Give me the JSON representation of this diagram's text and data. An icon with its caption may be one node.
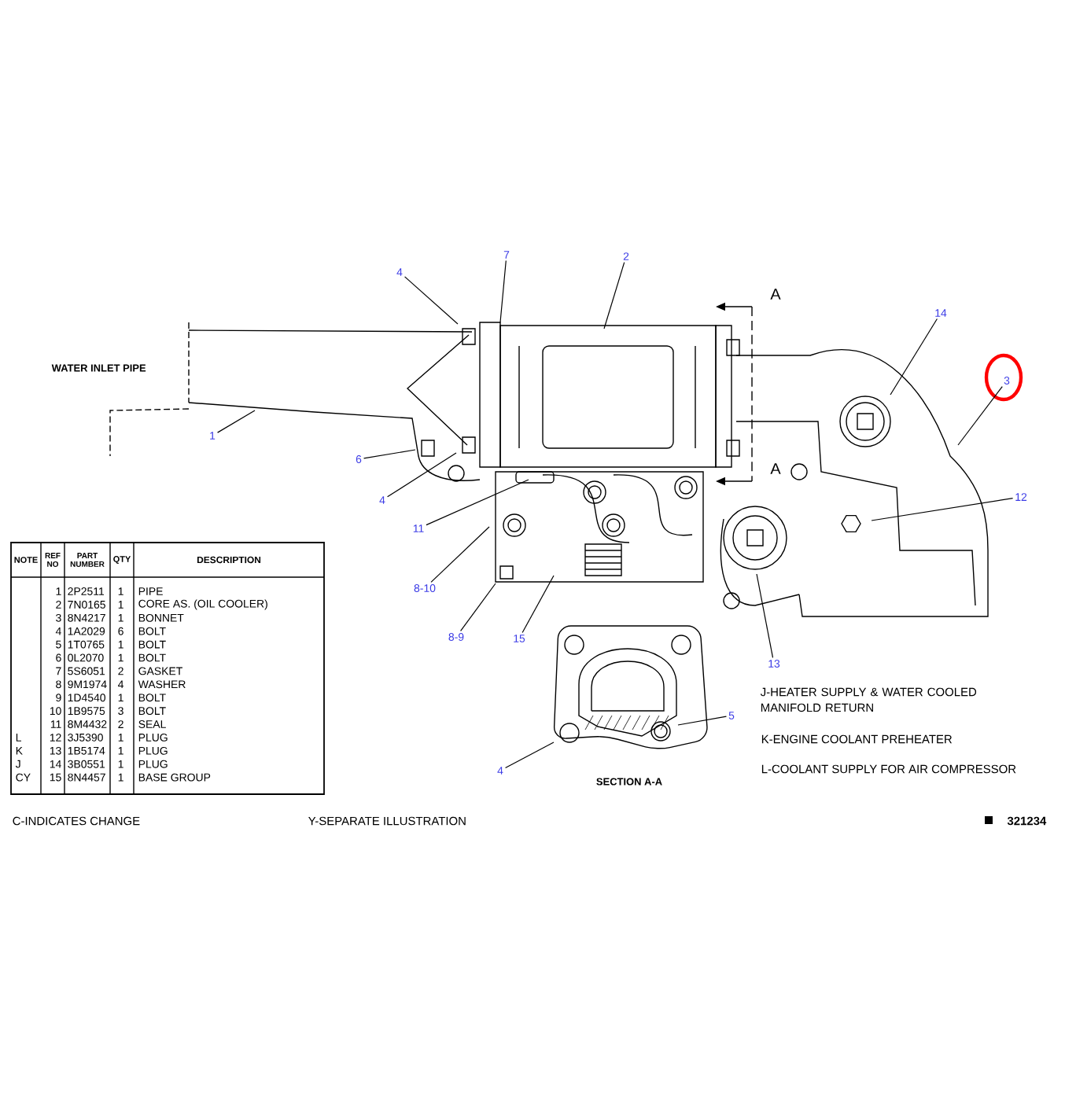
{
  "diagram": {
    "nodes": [
      {
        "text": [
          "7"
        ]
      },
      {
        "text": [
          "2"
        ]
      },
      {
        "text": [
          "4"
        ]
      },
      {
        "text": [
          "14"
        ]
      },
      {
        "text": [
          "3"
        ]
      },
      {
        "text": [
          "6"
        ]
      },
      {
        "text": [
          "1"
        ]
      },
      {
        "text": [
          "4"
        ]
      },
      {
        "text": [
          "12"
        ]
      },
      {
        "text": [
          "11"
        ]
      },
      {
        "text": [
          "8-10"
        ]
      },
      {
        "text": [
          "8-9"
        ]
      },
      {
        "text": [
          "15"
        ]
      },
      {
        "text": [
          "13"
        ]
      },
      {
        "text": [
          "5"
        ]
      },
      {
        "text": [
          "4"
        ]
      }
    ],
    "edges": [
      {
        "from": 0,
        "to": null,
        "arrow": "none"
      },
      {
        "from": 1,
        "to": null,
        "arrow": "none"
      },
      {
        "from": 2,
        "to": null,
        "arrow": "none"
      },
      {
        "from": 3,
        "to": null,
        "arrow": "none"
      },
      {
        "from": 4,
        "to": null,
        "arrow": "none"
      },
      {
        "from": 5,
        "to": null,
        "arrow": "none"
      },
      {
        "from": 6,
        "to": null,
        "arrow": "none"
      },
      {
        "from": 7,
        "to": null,
        "arrow": "none"
      },
      {
        "from": 8,
        "to": null,
        "arrow": "none"
      },
      {
        "from": 9,
        "to": null,
        "arrow": "none"
      },
      {
        "from": 10,
        "to": null,
        "arrow": "none"
      },
      {
        "from": 11,
        "to": null,
        "arrow": "none"
      },
      {
        "from": 12,
        "to": null,
        "arrow": "none"
      },
      {
        "from": 13,
        "to": null,
        "arrow": "none"
      },
      {
        "from": 14,
        "to": null,
        "arrow": "none"
      },
      {
        "from": 15,
        "to": null,
        "arrow": "none"
      }
    ],
    "labels": [
      "WATER INLET PIPE",
      "A",
      "A",
      "NOTE",
      "REF NO",
      "PART NUMBER",
      "QTY",
      "DESCRIPTION",
      "1",
      "2P2511",
      "1",
      "PIPE",
      "2",
      "7N0165",
      "1",
      "CORE AS. (OIL COOLER)",
      "3",
      "8N4217",
      "1",
      "BONNET",
      "4",
      "1A2029",
      "6",
      "BOLT",
      "5",
      "1T0765",
      "1",
      "BOLT",
      "6",
      "0L2070",
      "1",
      "BOLT",
      "7",
      "5S6051",
      "2",
      "GASKET",
      "8",
      "9M1974",
      "4",
      "WASHER",
      "9",
      "1D4540",
      "1",
      "BOLT",
      "10",
      "1B9575",
      "3",
      "BOLT",
      "11",
      "8M4432",
      "2",
      "SEAL",
      "L",
      "12",
      "3J5390",
      "1",
      "PLUG",
      "K",
      "13",
      "1B5174",
      "1",
      "PLUG",
      "J",
      "14",
      "3B0551",
      "1",
      "PLUG",
      "CY",
      "15",
      "8N4457",
      "1",
      "BASE GROUP",
      "SECTION A-A",
      "J-HEATER SUPPLY & WATER COOLED MANIFOLD RETURN",
      "K-ENGINE COOLANT PREHEATER",
      "L-COOLANT SUPPLY FOR AIR COMPRESSOR",
      "C-INDICATES CHANGE",
      "Y-SEPARATE ILLUSTRATION",
      "321234"
    ]
  }
}
